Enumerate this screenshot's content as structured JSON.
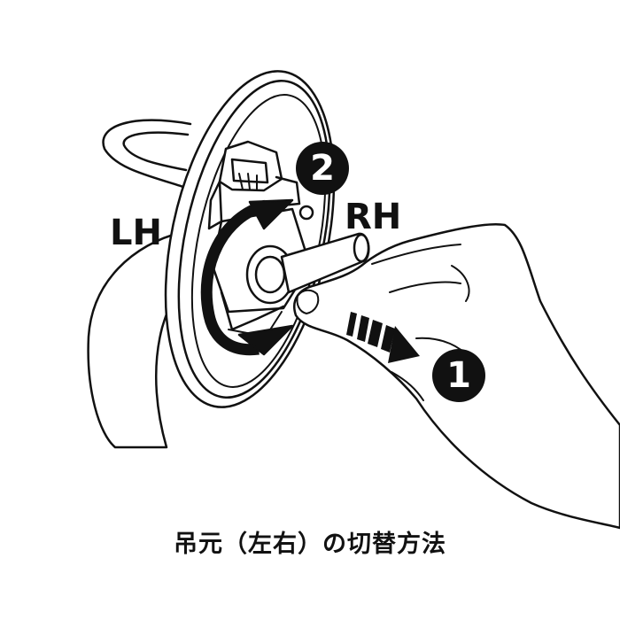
{
  "labels": {
    "left_side": "LH",
    "right_side": "RH"
  },
  "steps": {
    "step_one": "1",
    "step_two": "2"
  },
  "caption": "吊元（左右）の切替方法",
  "colors": {
    "ink": "#111111",
    "paper": "#ffffff",
    "badge_fill": "#111111",
    "badge_text": "#ffffff"
  }
}
